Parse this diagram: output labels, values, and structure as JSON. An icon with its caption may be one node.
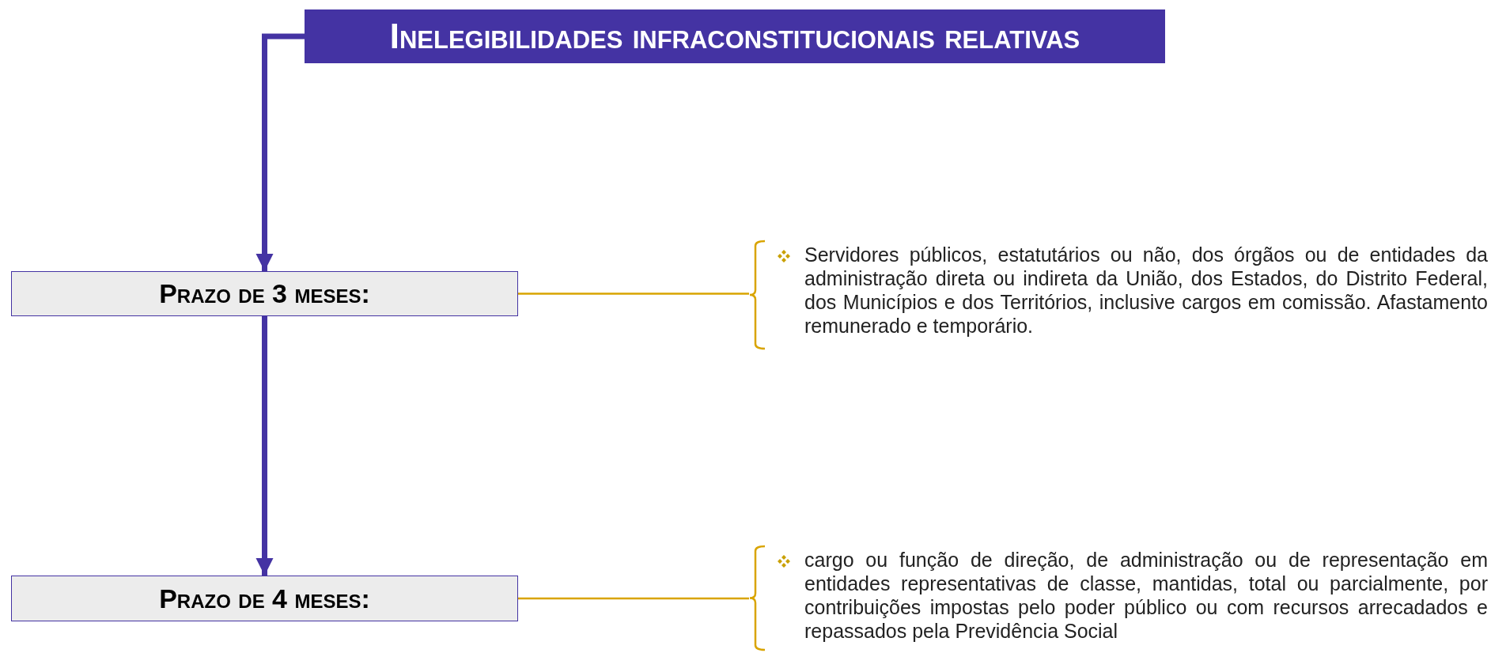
{
  "diagram": {
    "nodes": [
      {
        "text": [
          "Inelegibilidades infraconstitucionais relativas"
        ]
      },
      {
        "text": [
          "Prazo de 3 meses:"
        ]
      },
      {
        "text": [
          "Prazo de 4 meses:"
        ]
      },
      {
        "text": [
          "Servidores públicos, estatutários ou não, dos órgãos ou de entidades da administração direta ou indireta da União, dos Estados, do Distrito Federal, dos Municípios e dos Territórios, inclusive cargos em comissão. Afastamento remunerado e temporário."
        ]
      },
      {
        "text": [
          "cargo ou função de direção, de administração ou de representação em entidades representativas de classe, mantidas, total ou parcialmente, por contribuições impostas pelo poder público ou com recursos arrecadados e repassados pela Previdência Social"
        ]
      }
    ],
    "edges": [
      {
        "from": 0,
        "to": 1,
        "arrow": "to",
        "style": "thick",
        "color": "#4433a3"
      },
      {
        "from": 1,
        "to": 2,
        "arrow": "to",
        "style": "thick",
        "color": "#4433a3"
      },
      {
        "from": 1,
        "to": 3,
        "arrow": "none",
        "color": "#d9a400"
      },
      {
        "from": 2,
        "to": 4,
        "arrow": "none",
        "color": "#d9a400"
      }
    ]
  }
}
